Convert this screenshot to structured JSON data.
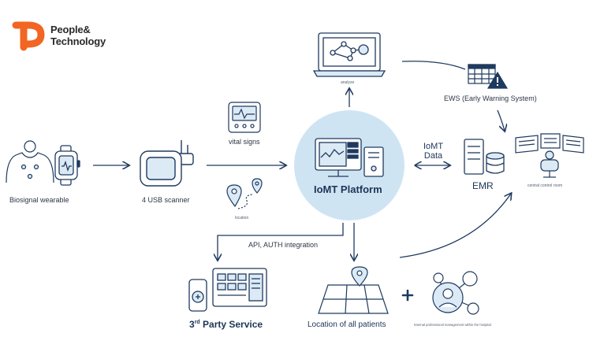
{
  "brand": {
    "line1": "People&",
    "line2": "Technology",
    "accent": "#f26522"
  },
  "colors": {
    "ink": "#1d3557",
    "stroke": "#1f3a5f",
    "fill_light": "#dbeaf5",
    "platform_bg": "#cfe4f3",
    "warning": "#1f3a5f"
  },
  "nodes": {
    "biosignal": "Biosignal wearable",
    "scanner": "4 USB scanner",
    "vital": "vital signs",
    "location": "location",
    "platform": "IoMT Platform",
    "analyze": "analyze",
    "ews": "EWS (Early Warning System)",
    "iomt_data_1": "IoMT",
    "iomt_data_2": "Data",
    "emr": "EMR",
    "control": "central control room",
    "api": "API, AUTH integration",
    "third_party_prefix": "3",
    "third_party_sup": "rd",
    "third_party_suffix": " Party Service",
    "location_all": "Location of all patients",
    "integrate": "Internal professional management within the hospital"
  }
}
